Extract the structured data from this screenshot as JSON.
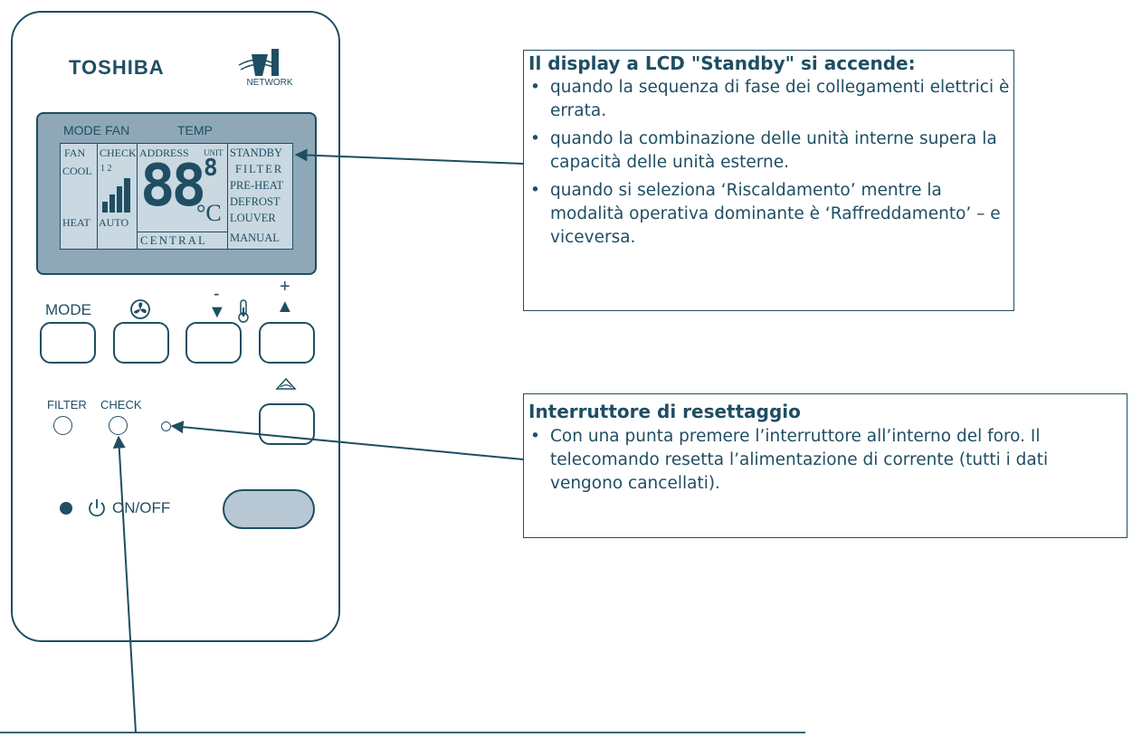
{
  "remote": {
    "brand": "TOSHIBA",
    "logo_text": "NETWORK",
    "lcd_top": {
      "mode": "MODE",
      "fan": "FAN",
      "temp": "TEMP"
    },
    "lcd": {
      "fan": "FAN",
      "cool": "COOL",
      "heat": "HEAT",
      "check": "CHECK",
      "check_nums": "1  2",
      "auto": "AUTO",
      "address": "ADDRESS",
      "unit": "UNIT",
      "digits": "88",
      "small_digit": "8",
      "celsius": "°C",
      "central": "CENTRAL",
      "status": [
        "STANDBY",
        "FILTER",
        "PRE-HEAT",
        "DEFROST",
        "LOUVER",
        "MANUAL"
      ]
    },
    "buttons": {
      "mode": "MODE",
      "minus": "-",
      "plus": "+",
      "down_arrow": "▼",
      "up_arrow": "▲",
      "filter": "FILTER",
      "check": "CHECK",
      "onoff": "ON/OFF"
    },
    "icons": [
      "fan-icon",
      "thermometer-icon",
      "louver-icon",
      "power-icon"
    ],
    "colors": {
      "ink": "#1f4e63",
      "lcd": "#8fa8b8",
      "onoff_button": "#b7c8d4"
    }
  },
  "callouts": {
    "standby": {
      "title": "Il display a LCD \"Standby\" si accende:",
      "bullets": [
        "quando la sequenza di fase dei collegamenti elettrici è errata.",
        "quando la combinazione delle unità interne supera la capacità delle unità esterne.",
        "quando si seleziona ‘Riscaldamento’ mentre la modalità operativa dominante è ‘Raffreddamento’ – e viceversa."
      ]
    },
    "reset": {
      "title": "Interruttore di resettaggio",
      "bullets": [
        "Con una punta premere l’interruttore all’interno del foro. Il telecomando resetta l’alimentazione di corrente (tutti i dati vengono cancellati)."
      ]
    }
  }
}
